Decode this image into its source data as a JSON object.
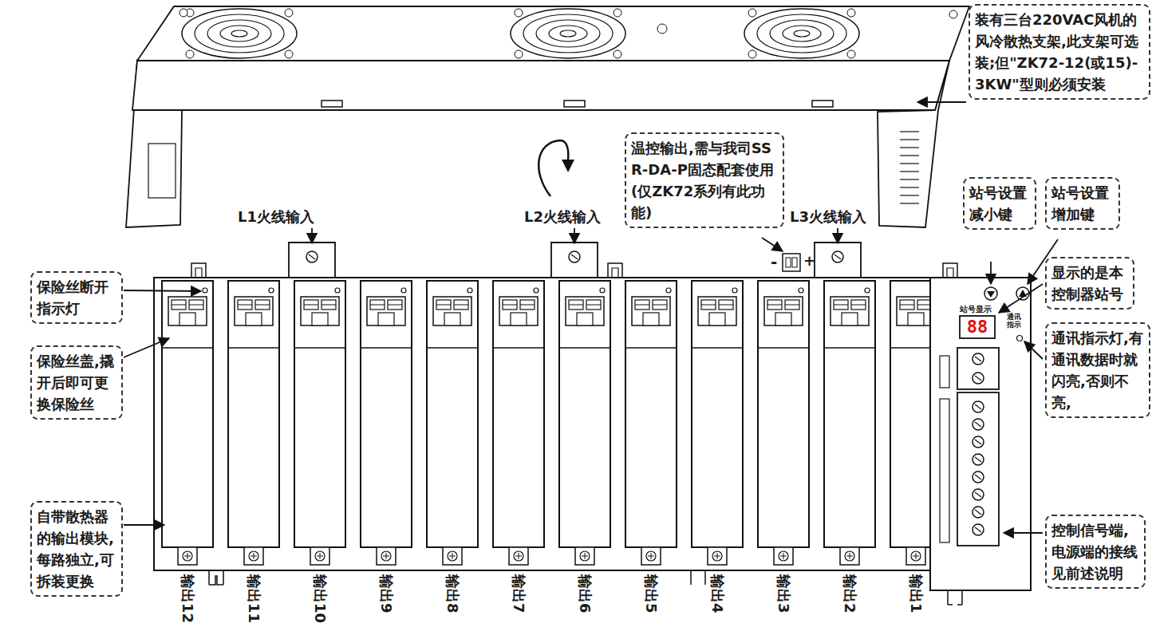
{
  "diagram": {
    "nodes": [
      {
        "text": [
          "装有三台220VAC风机的风冷散热支架,此支架可选装;但\"ZK72-12(或15)-3KW\"型则必须安装"
        ]
      },
      {
        "text": [
          "温控输出,需与我司SSR-DA-P固态配套使用(仅ZK72系列有此功能)"
        ]
      },
      {
        "text": [
          "站号设置减小键"
        ]
      },
      {
        "text": [
          "站号设置增加键"
        ]
      },
      {
        "text": [
          "显示的是本控制器站号"
        ]
      },
      {
        "text": [
          "保险丝断开指示灯"
        ]
      },
      {
        "text": [
          "保险丝盖,撬开后即可更换保险丝"
        ]
      },
      {
        "text": [
          "通讯指示灯,有通讯数据时就闪亮,否则不亮,"
        ]
      },
      {
        "text": [
          "自带散热器的输出模块,每路独立,可拆装更换"
        ]
      },
      {
        "text": [
          "控制信号端,电源端的接线见前述说明"
        ]
      }
    ],
    "labels": [
      "L1火线输入",
      "L2火线输入",
      "-",
      "+",
      "L3火线输入",
      "站号显示",
      "88",
      "通讯 指示",
      "输出12",
      "输出11",
      "输出10",
      "输出9",
      "输出8",
      "输出7",
      "输出6",
      "输出5",
      "输出4",
      "输出3",
      "输出2",
      "输出1"
    ]
  }
}
